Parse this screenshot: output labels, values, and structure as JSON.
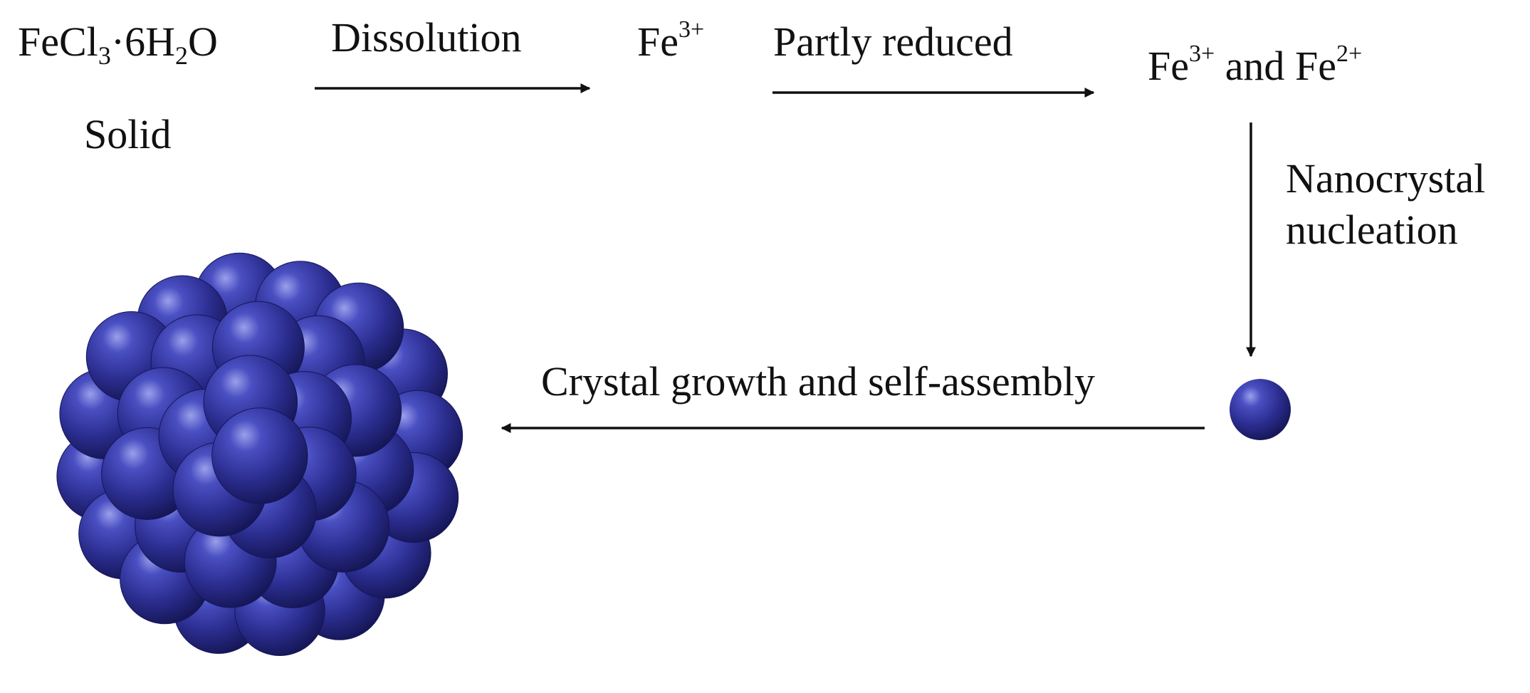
{
  "diagram": {
    "colors": {
      "ink": "#111111",
      "sphere_base": "#2b2d8f",
      "sphere_highlight": "#8d92e0",
      "sphere_shadow": "#12134d"
    },
    "nodes": {
      "reactant": {
        "formula_main": "FeCl",
        "formula_sub1": "3",
        "formula_mid": "·6H",
        "formula_sub2": "2",
        "formula_end": "O",
        "state": "Solid"
      },
      "ion1": {
        "base": "Fe",
        "charge": "3+"
      },
      "ion_mix": {
        "base1": "Fe",
        "charge1": "3+",
        "joiner": " and ",
        "base2": "Fe",
        "charge2": "2+"
      }
    },
    "steps": {
      "dissolution": "Dissolution",
      "partly_reduced": "Partly reduced",
      "nucleation_line1": "Nanocrystal",
      "nucleation_line2": "nucleation",
      "growth": "Crystal growth and self-assembly"
    },
    "icons": [
      "nucleus-sphere-icon",
      "cluster-sphere-icon",
      "arrow-right-icon",
      "arrow-down-icon",
      "arrow-left-icon"
    ]
  }
}
